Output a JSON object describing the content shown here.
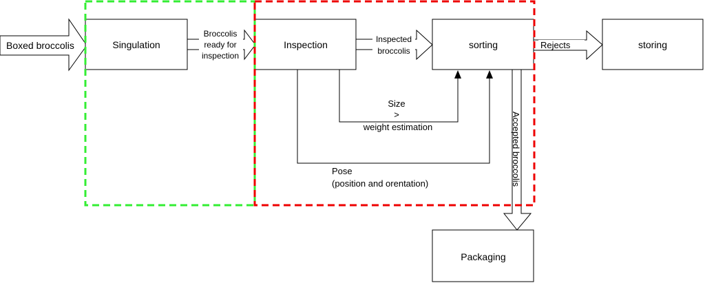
{
  "nodes": {
    "singulation": "Singulation",
    "inspection": "Inspection",
    "sorting": "sorting",
    "storing": "storing",
    "packaging": "Packaging"
  },
  "arrows": {
    "input": "Boxed broccolis",
    "ready_line1": "Broccolis",
    "ready_line2": "ready for",
    "ready_line3": "inspection",
    "inspected_line1": "Inspected",
    "inspected_line2": "broccolis",
    "rejects": "Rejects",
    "accepted": "Accepted broccolis"
  },
  "signals": {
    "size_line1": "Size",
    "size_line2": ">",
    "size_line3": "weight estimation",
    "pose_line1": "Pose",
    "pose_line2": "(position and orentation)"
  },
  "colors": {
    "green_boundary": "#33ee33",
    "red_boundary": "#ee0000",
    "stroke": "#000000"
  }
}
